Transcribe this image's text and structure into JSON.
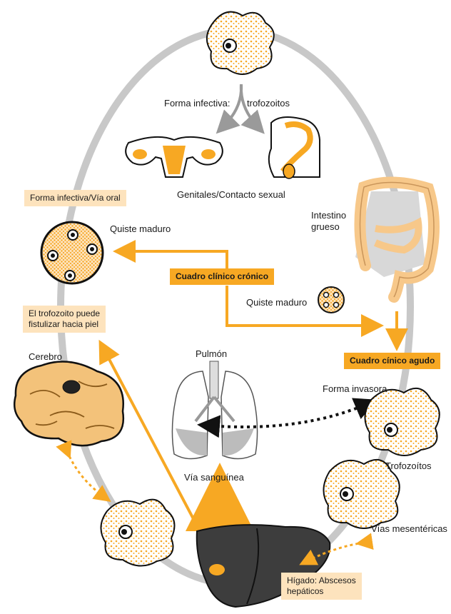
{
  "colors": {
    "accent": "#f7a823",
    "box_light": "#fde3bd",
    "cycle_ring": "#c8c8c8",
    "organ_dark": "#3d3d3d",
    "brain": "#f3c27a"
  },
  "labels": {
    "forma_infectiva": "Forma infectiva:",
    "trofozoitos_top": "trofozoitos",
    "genitales": "Genitales/Contacto sexual",
    "intestino": "Intestino\ngrueso",
    "quiste_maduro_1": "Quiste maduro",
    "quiste_maduro_2": "Quiste maduro",
    "cerebro": "Cerebro",
    "pulmon": "Pulmón",
    "via_sanguinea": "Vía sanguínea",
    "forma_invasora": "Forma invasora",
    "trofozoitos_right": "Trofozoítos",
    "vias_mesentericas": "Vías mesentéricas"
  },
  "boxes": {
    "via_oral": "Forma infectiva/Vía oral",
    "fistulizar": "El trofozoito puede\nfistulizar hacia piel",
    "cronico": "Cuadro clínico crónico",
    "agudo": "Cuadro cínico agudo",
    "higado": "Hígado: Abscesos\nhepáticos"
  },
  "icons": [
    "trophozoite-icon",
    "cyst-icon",
    "uterus-icon",
    "male-pelvis-icon",
    "colon-icon",
    "brain-icon",
    "lungs-icon",
    "liver-icon"
  ]
}
